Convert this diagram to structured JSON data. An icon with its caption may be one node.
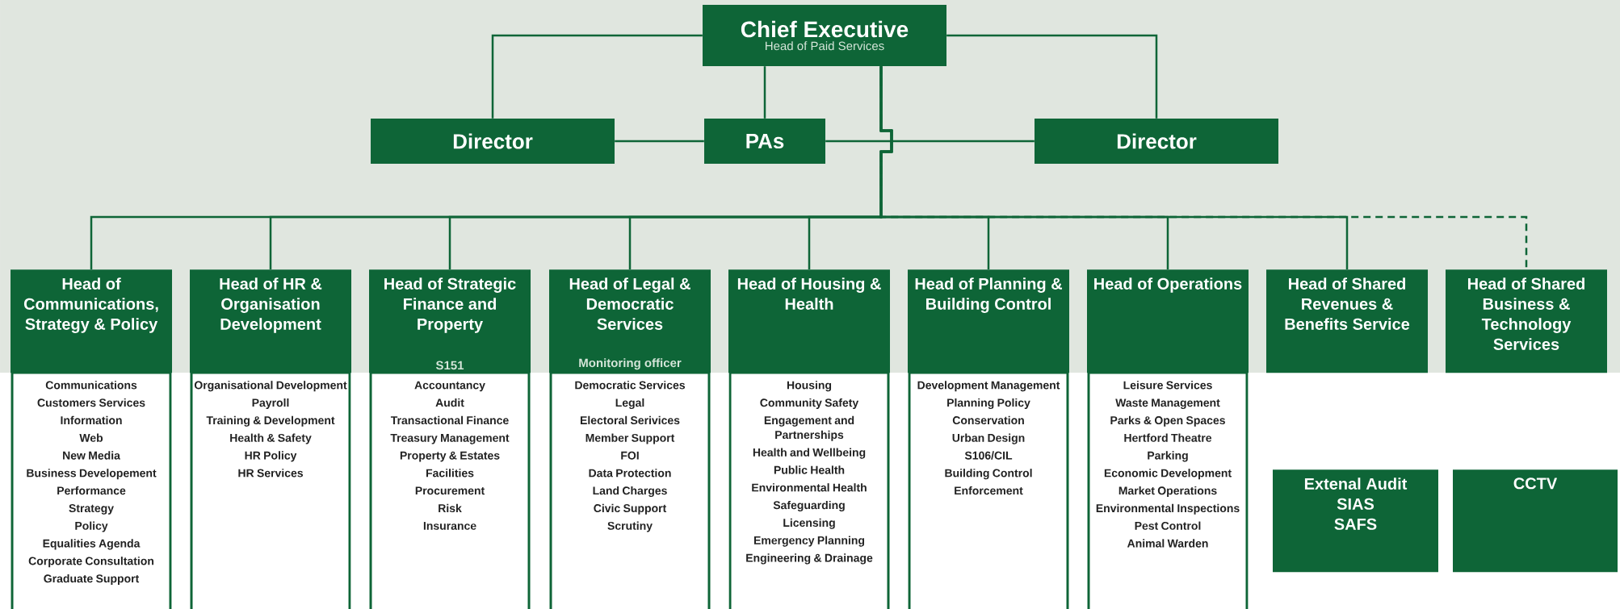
{
  "diagram": {
    "nodes": [
      {
        "text": [
          "Chief Executive",
          "Head of Paid Services"
        ]
      },
      {
        "text": [
          "Director"
        ]
      },
      {
        "text": [
          "PAs"
        ]
      },
      {
        "text": [
          "Director"
        ]
      },
      {
        "text": [
          "Head of Communications, Strategy & Policy",
          "Communications",
          "Customers Services",
          "Information",
          "Web",
          "New Media",
          "Business Developement",
          "Performance",
          "Strategy",
          "Policy",
          "Equalities Agenda",
          "Corporate Consultation",
          "Graduate Support"
        ]
      },
      {
        "text": [
          "Head of HR & Organisation Development",
          "Organisational Development",
          "Payroll",
          "Training & Development",
          "Health & Safety",
          "HR Policy",
          "HR Services"
        ]
      },
      {
        "text": [
          "Head of Strategic Finance and Property",
          "S151",
          "Accountancy",
          "Audit",
          "Transactional Finance",
          "Treasury Management",
          "Property & Estates",
          "Facilities",
          "Procurement",
          "Risk",
          "Insurance"
        ]
      },
      {
        "text": [
          "Head of Legal & Democratic Services",
          "Monitoring officer",
          "Democratic Services",
          "Legal",
          "Electoral Serivices",
          "Member Support",
          "FOI",
          "Data Protection",
          "Land Charges",
          "Civic Support",
          "Scrutiny"
        ]
      },
      {
        "text": [
          "Head of Housing & Health",
          "Housing",
          "Community Safety",
          "Engagement and Partnerships",
          "Health and Wellbeing",
          "Public Health",
          "Environmental Health",
          "Safeguarding",
          "Licensing",
          "Emergency Planning",
          "Engineering & Drainage"
        ]
      },
      {
        "text": [
          "Head of Planning & Building Control",
          "Development Management",
          "Planning Policy",
          "Conservation",
          "Urban Design",
          "S106/CIL",
          "Building Control",
          "Enforcement"
        ]
      },
      {
        "text": [
          "Head of Operations",
          "Leisure Services",
          "Waste Management",
          "Parks & Open Spaces",
          "Hertford Theatre",
          "Parking",
          "Economic Development",
          "Market Operations",
          "Environmental Inspections",
          "Pest Control",
          "Animal Warden"
        ]
      },
      {
        "text": [
          "Head of Shared Revenues & Benefits Service"
        ]
      },
      {
        "text": [
          "Head of Shared Business & Technology Services"
        ]
      },
      {
        "text": [
          "Extenal Audit",
          "SIAS",
          "SAFS"
        ]
      },
      {
        "text": [
          "CCTV"
        ]
      }
    ],
    "edges": [
      {
        "from": 0,
        "to": 1,
        "arrow": "none"
      },
      {
        "from": 0,
        "to": 2,
        "arrow": "none"
      },
      {
        "from": 0,
        "to": 3,
        "arrow": "none"
      },
      {
        "from": 1,
        "to": 2,
        "arrow": "none"
      },
      {
        "from": 2,
        "to": 3,
        "arrow": "none"
      },
      {
        "from": 0,
        "to": 4,
        "arrow": "none"
      },
      {
        "from": 0,
        "to": 5,
        "arrow": "none"
      },
      {
        "from": 0,
        "to": 6,
        "arrow": "none"
      },
      {
        "from": 0,
        "to": 7,
        "arrow": "none"
      },
      {
        "from": 0,
        "to": 8,
        "arrow": "none"
      },
      {
        "from": 0,
        "to": 9,
        "arrow": "none"
      },
      {
        "from": 0,
        "to": 10,
        "arrow": "none"
      },
      {
        "from": 0,
        "to": 11,
        "arrow": "none"
      },
      {
        "from": 0,
        "to": 12,
        "arrow": "none",
        "style": "dashed"
      }
    ]
  }
}
